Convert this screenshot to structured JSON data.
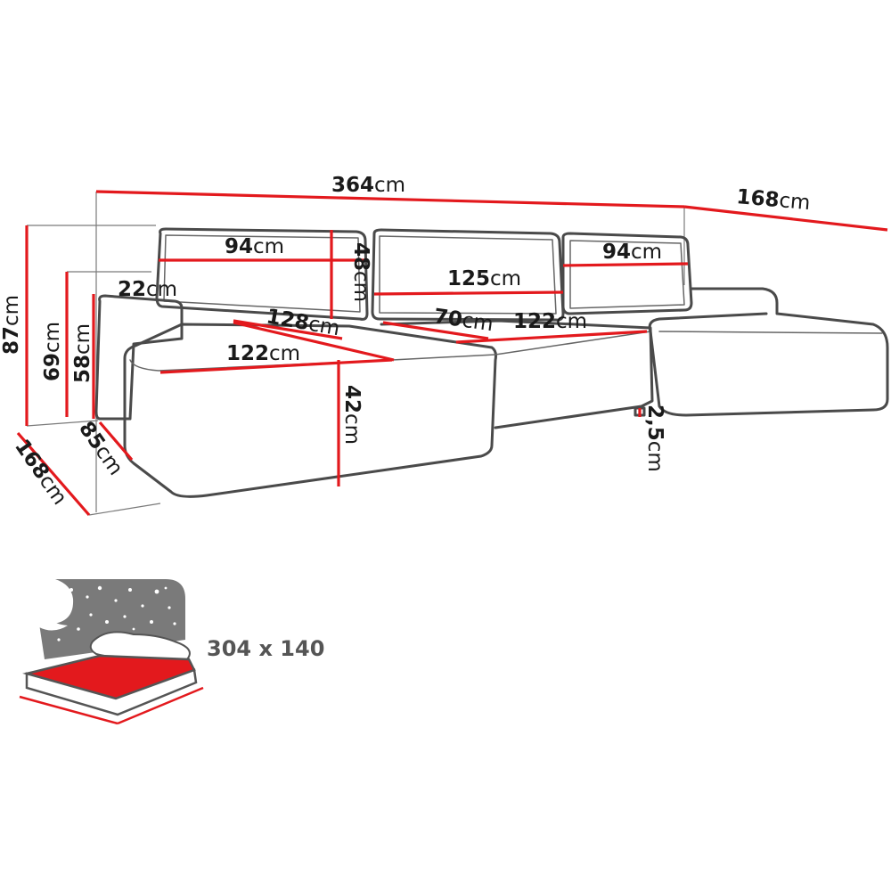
{
  "unit": "cm",
  "dimensions": {
    "total_width": "364",
    "right_depth": "168",
    "left_depth": "168",
    "total_height": "87",
    "armrest_height": "69",
    "back_height_58": "58",
    "seat_depth_85": "85",
    "armrest_width": "22",
    "left_cushion_width": "94",
    "middle_cushion_width": "125",
    "right_cushion_width": "94",
    "cushion_height": "48",
    "chaise_diag_length": "128",
    "chaise_seat_length": "122",
    "inner_seat_depth": "70",
    "right_seat_length": "122",
    "seat_height": "42",
    "leg_height": "2,5"
  },
  "bed": {
    "label": "304 x 140"
  },
  "colors": {
    "dimension_line": "#e3191d",
    "outline": "#4a4a4a",
    "bed_fill": "#e3191d",
    "night_sky": "#7a7a7a"
  }
}
